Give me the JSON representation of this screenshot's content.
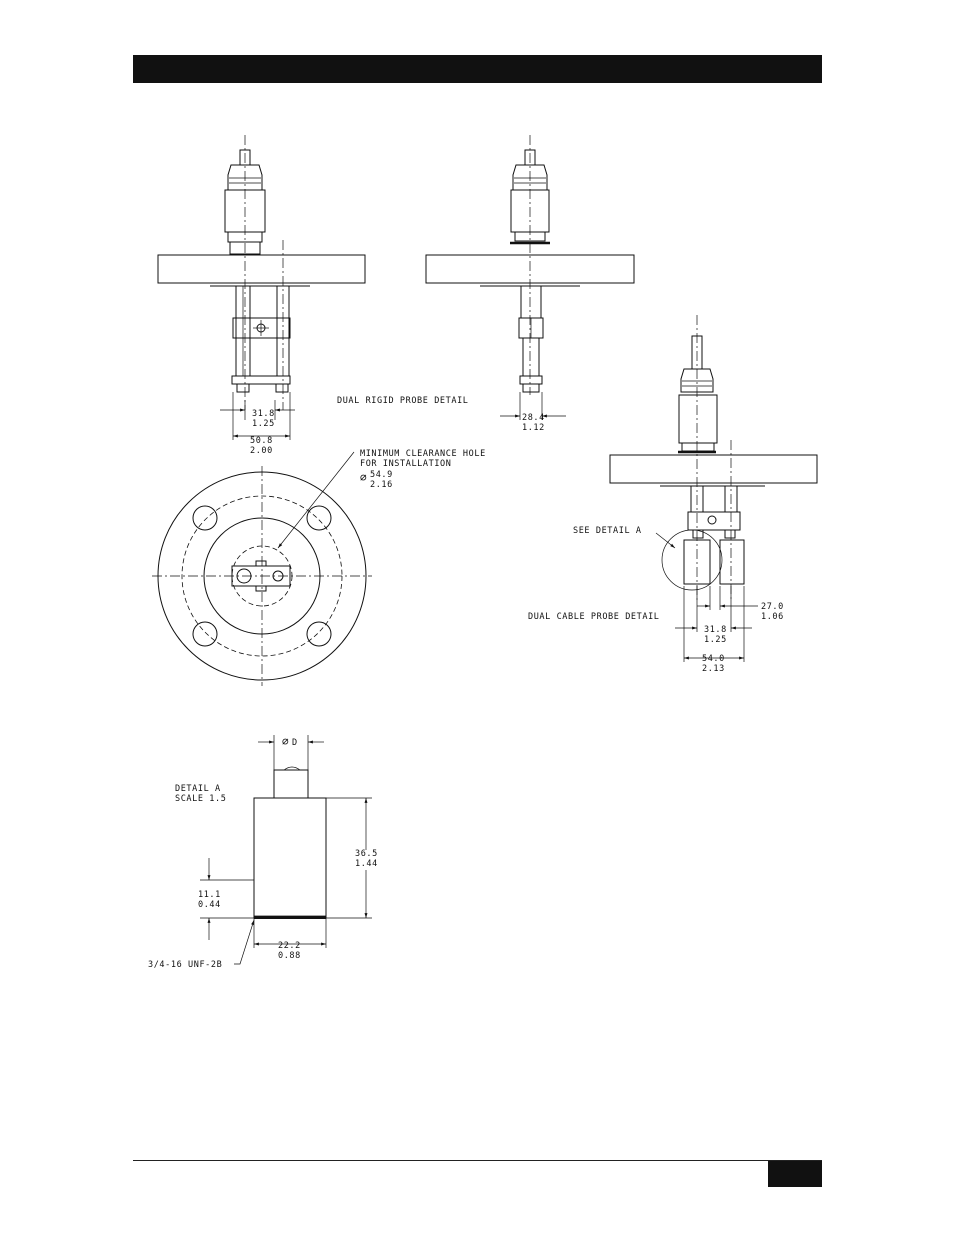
{
  "labels": {
    "dual_rigid_probe_detail": "DUAL RIGID PROBE DETAIL",
    "dual_cable_probe_detail": "DUAL CABLE PROBE DETAIL",
    "see_detail_a": "SEE DETAIL  A",
    "clearance_line1": "MINIMUM CLEARANCE HOLE",
    "clearance_line2": "FOR INSTALLATION",
    "clearance_value_mm": "54.9",
    "clearance_value_in": "2.16",
    "detail_a_line1": "DETAIL  A",
    "detail_a_line2": "SCALE  1.5",
    "thread_spec": "3/4-16 UNF-2B",
    "diameter_symbol": "D"
  },
  "dimensions": {
    "rigid_center_mm": "31.8",
    "rigid_center_in": "1.25",
    "rigid_overall_mm": "50.8",
    "rigid_overall_in": "2.00",
    "single_mm": "28.4",
    "single_in": "1.12",
    "cable_center_mm": "31.8",
    "cable_center_in": "1.25",
    "cable_overall_mm": "54.0",
    "cable_overall_in": "2.13",
    "cable_weight_mm": "27.0",
    "cable_weight_in": "1.06",
    "detail_height_mm": "36.5",
    "detail_height_in": "1.44",
    "detail_thread_mm": "11.1",
    "detail_thread_in": "0.44",
    "detail_width_mm": "22.2",
    "detail_width_in": "0.88"
  }
}
